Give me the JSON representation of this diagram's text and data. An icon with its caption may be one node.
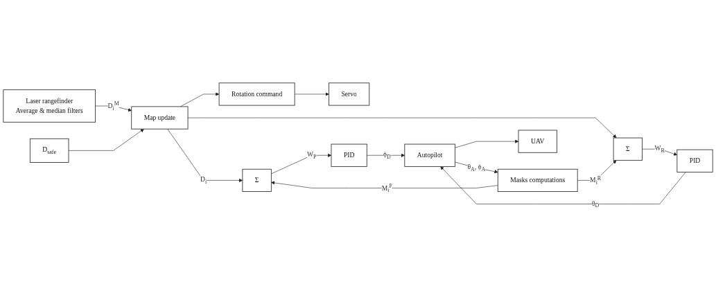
{
  "diagram": {
    "nodes": [
      {
        "text": [
          "Laser rangefinder",
          "Average & median filters"
        ]
      },
      {
        "text": [
          "Servo"
        ]
      },
      {
        "text": [
          "Map update"
        ]
      },
      {
        "text": [
          "D$_{safe}$"
        ]
      },
      {
        "text": [
          "Rotation command"
        ]
      },
      {
        "text": [
          "Σ"
        ]
      },
      {
        "text": [
          "Σ"
        ]
      },
      {
        "text": [
          "PID"
        ]
      },
      {
        "text": [
          "PID"
        ]
      },
      {
        "text": [
          "Masks computations"
        ]
      },
      {
        "text": [
          "Autopilot"
        ]
      },
      {
        "text": [
          "UAV"
        ]
      }
    ],
    "edges": [
      {
        "from": 0,
        "to": 2,
        "arrow": "to",
        "label": "D$_{i}$$^{M}$"
      },
      {
        "from": 2,
        "to": 5,
        "arrow": "to",
        "label": "D$_{i}$"
      },
      {
        "from": 2,
        "to": 6,
        "arrow": "to"
      },
      {
        "from": 3,
        "to": 2,
        "arrow": "to"
      },
      {
        "from": 2,
        "to": 4,
        "arrow": "to"
      },
      {
        "from": 4,
        "to": 1,
        "arrow": "to"
      },
      {
        "from": 5,
        "to": 7,
        "arrow": "to",
        "label": "W$_{P}$"
      },
      {
        "from": 6,
        "to": 8,
        "arrow": "to",
        "label": "W$_{R}$"
      },
      {
        "from": 9,
        "to": 6,
        "arrow": "to",
        "label": "M$_{i}$$^{R}$"
      },
      {
        "from": 9,
        "to": 5,
        "arrow": "to",
        "label": "M$_{i}$$^{P}$"
      },
      {
        "from": 7,
        "to": 10,
        "arrow": "to",
        "label": "ϕ$_{D}$"
      },
      {
        "from": 8,
        "to": 10,
        "arrow": "to",
        "label": "θ$_{D}$"
      },
      {
        "from": 10,
        "to": 9,
        "arrow": "to",
        "label": "θ$_{A}$, ϕ$_{A}$"
      },
      {
        "from": 10,
        "to": 11,
        "arrow": "to"
      }
    ]
  }
}
